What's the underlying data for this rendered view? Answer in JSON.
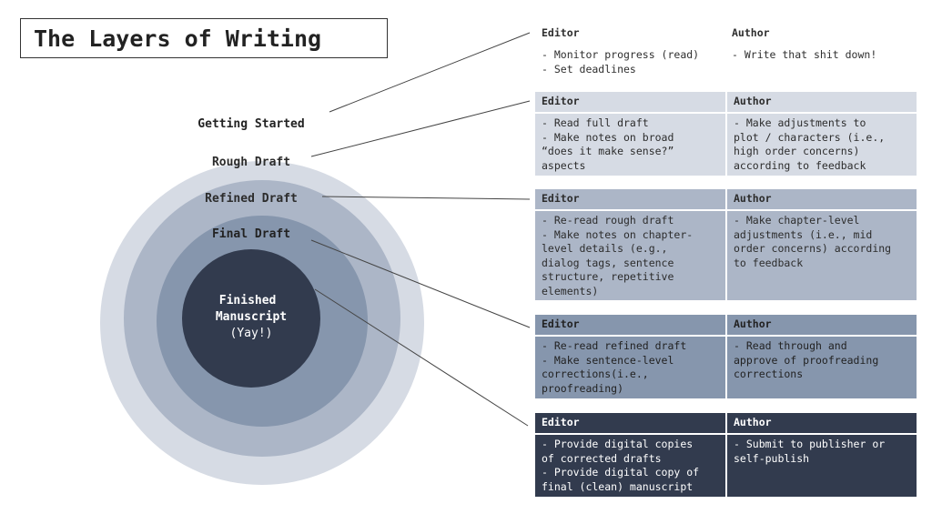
{
  "title": "The Layers of Writing",
  "layers": [
    {
      "name": "Getting Started",
      "color": "#ffffff",
      "text_color": "#222222",
      "editor": "- Monitor progress (read)\n- Set deadlines",
      "author": "- Write that shit down!"
    },
    {
      "name": "Rough Draft",
      "color": "#d6dbe4",
      "text_color": "#2c2c2c",
      "editor": "- Read full draft\n- Make notes on broad\n“does it make sense?”\naspects",
      "author": "- Make adjustments to\nplot / characters (i.e.,\nhigh order concerns)\naccording to feedback"
    },
    {
      "name": "Refined Draft",
      "color": "#acb6c7",
      "text_color": "#2c2c2c",
      "editor": "- Re-read rough draft\n- Make notes on chapter-\nlevel details (e.g.,\ndialog tags, sentence\nstructure, repetitive\nelements)",
      "author": "- Make chapter-level\nadjustments (i.e., mid\norder concerns) according\nto feedback"
    },
    {
      "name": "Final Draft",
      "color": "#8696ad",
      "text_color": "#222222",
      "editor": "- Re-read refined draft\n- Make sentence-level\ncorrections(i.e.,\nproofreading)",
      "author": "- Read through and\napprove of proofreading\ncorrections"
    },
    {
      "name": "Finished\nManuscript",
      "sub": "(Yay!)",
      "color": "#323b4e",
      "text_color": "#ffffff",
      "editor": "- Provide digital copies\nof corrected drafts\n- Provide digital copy of\nfinal (clean) manuscript",
      "author": "- Submit to publisher or\nself-publish"
    }
  ],
  "column_labels": {
    "editor": "Editor",
    "author": "Author"
  },
  "colors": {
    "border": "#333333",
    "line": "#444444",
    "header_rough": "#d6dbe4",
    "body_rough": "#d6dbe4"
  }
}
